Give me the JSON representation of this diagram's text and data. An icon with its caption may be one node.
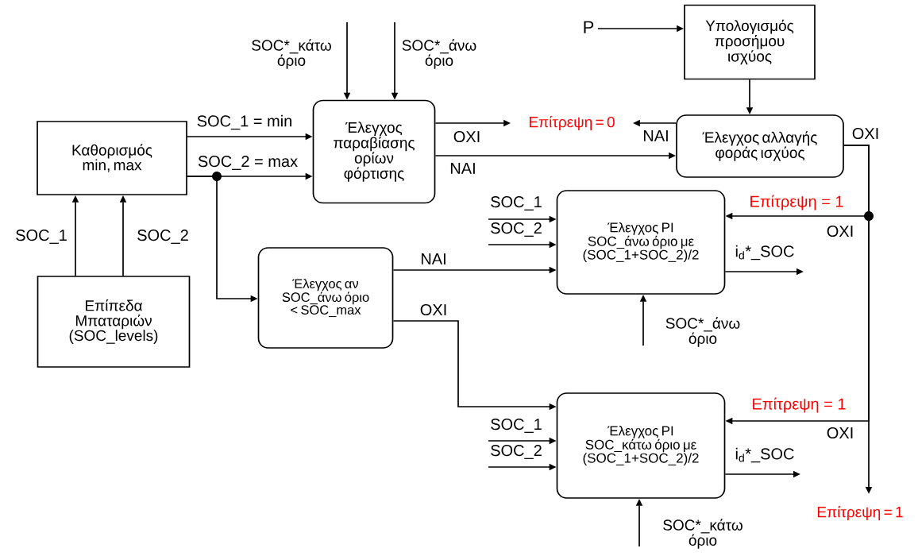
{
  "diagram": {
    "nodes": [
      {
        "text": [
          "Καθορισμός min, max"
        ]
      },
      {
        "text": [
          "Επίπεδα Μπαταριών (SOC_levels)"
        ]
      },
      {
        "text": [
          "SOC*_κάτω όριο"
        ]
      },
      {
        "text": [
          "SOC*_άνω όριο"
        ]
      },
      {
        "text": [
          "Έλεγχος παραβίασης ορίων φόρτισης"
        ]
      },
      {
        "text": [
          "P"
        ]
      },
      {
        "text": [
          "Υπολογισμός προσήμου ισχύος"
        ]
      },
      {
        "text": [
          "Επίτρεψη = 0"
        ]
      },
      {
        "text": [
          "Έλεγχος αλλαγής φοράς ισχύος"
        ]
      },
      {
        "text": [
          "Έλεγχος αν SOC_άνω όριο < SOC_max"
        ]
      },
      {
        "text": [
          "Έλεγχος PI SOC_άνω όριο με (SOC_1+SOC_2)/2"
        ]
      },
      {
        "text": [
          "SOC*_άνω όριο"
        ]
      },
      {
        "text": [
          "Έλεγχος PI SOC_κάτω όριο με (SOC_1+SOC_2)/2"
        ]
      },
      {
        "text": [
          "SOC*_κάτω όριο"
        ]
      },
      {
        "text": [
          "Επίτρεψη = 1"
        ]
      }
    ],
    "edges": [
      {
        "from": 1,
        "to": 0,
        "arrow": "to",
        "label": "SOC_1"
      },
      {
        "from": 1,
        "to": 0,
        "arrow": "to",
        "label": "SOC_2"
      },
      {
        "from": 2,
        "to": 4,
        "arrow": "to"
      },
      {
        "from": 3,
        "to": 4,
        "arrow": "to"
      },
      {
        "from": 0,
        "to": 4,
        "arrow": "to",
        "label": "SOC_1 = min"
      },
      {
        "from": 0,
        "to": 4,
        "arrow": "to",
        "label": "SOC_2 = max"
      },
      {
        "from": 0,
        "to": 9,
        "arrow": "to"
      },
      {
        "from": 4,
        "to": 7,
        "arrow": "to",
        "label": "OXI"
      },
      {
        "from": 4,
        "to": 8,
        "arrow": "to",
        "label": "NAI"
      },
      {
        "from": 5,
        "to": 6,
        "arrow": "to"
      },
      {
        "from": 6,
        "to": 8,
        "arrow": "to"
      },
      {
        "from": 8,
        "to": 7,
        "arrow": "to",
        "label": "NAI"
      },
      {
        "from": 8,
        "to": 14,
        "arrow": "to",
        "label": "OXI"
      },
      {
        "from": 8,
        "to": 10,
        "arrow": "to",
        "label": "Επίτρεψη = 1"
      },
      {
        "from": 8,
        "to": 12,
        "arrow": "to",
        "label": "Επίτρεψη = 1"
      },
      {
        "from": 9,
        "to": 10,
        "arrow": "to",
        "label": "NAI"
      },
      {
        "from": 9,
        "to": 12,
        "arrow": "to",
        "label": "OXI"
      },
      {
        "from": null,
        "to": 10,
        "arrow": "to",
        "label": "SOC_1"
      },
      {
        "from": null,
        "to": 10,
        "arrow": "to",
        "label": "SOC_2"
      },
      {
        "from": 10,
        "to": null,
        "arrow": "to",
        "label": "i$_{d}$*_SOC"
      },
      {
        "from": 11,
        "to": 10,
        "arrow": "to"
      },
      {
        "from": null,
        "to": 12,
        "arrow": "to",
        "label": "SOC_1"
      },
      {
        "from": null,
        "to": 12,
        "arrow": "to",
        "label": "SOC_2"
      },
      {
        "from": 12,
        "to": null,
        "arrow": "to",
        "label": "i$_{d}$*_SOC"
      },
      {
        "from": 13,
        "to": 12,
        "arrow": "to"
      }
    ],
    "labels": [
      "OXI",
      "OXI"
    ]
  }
}
